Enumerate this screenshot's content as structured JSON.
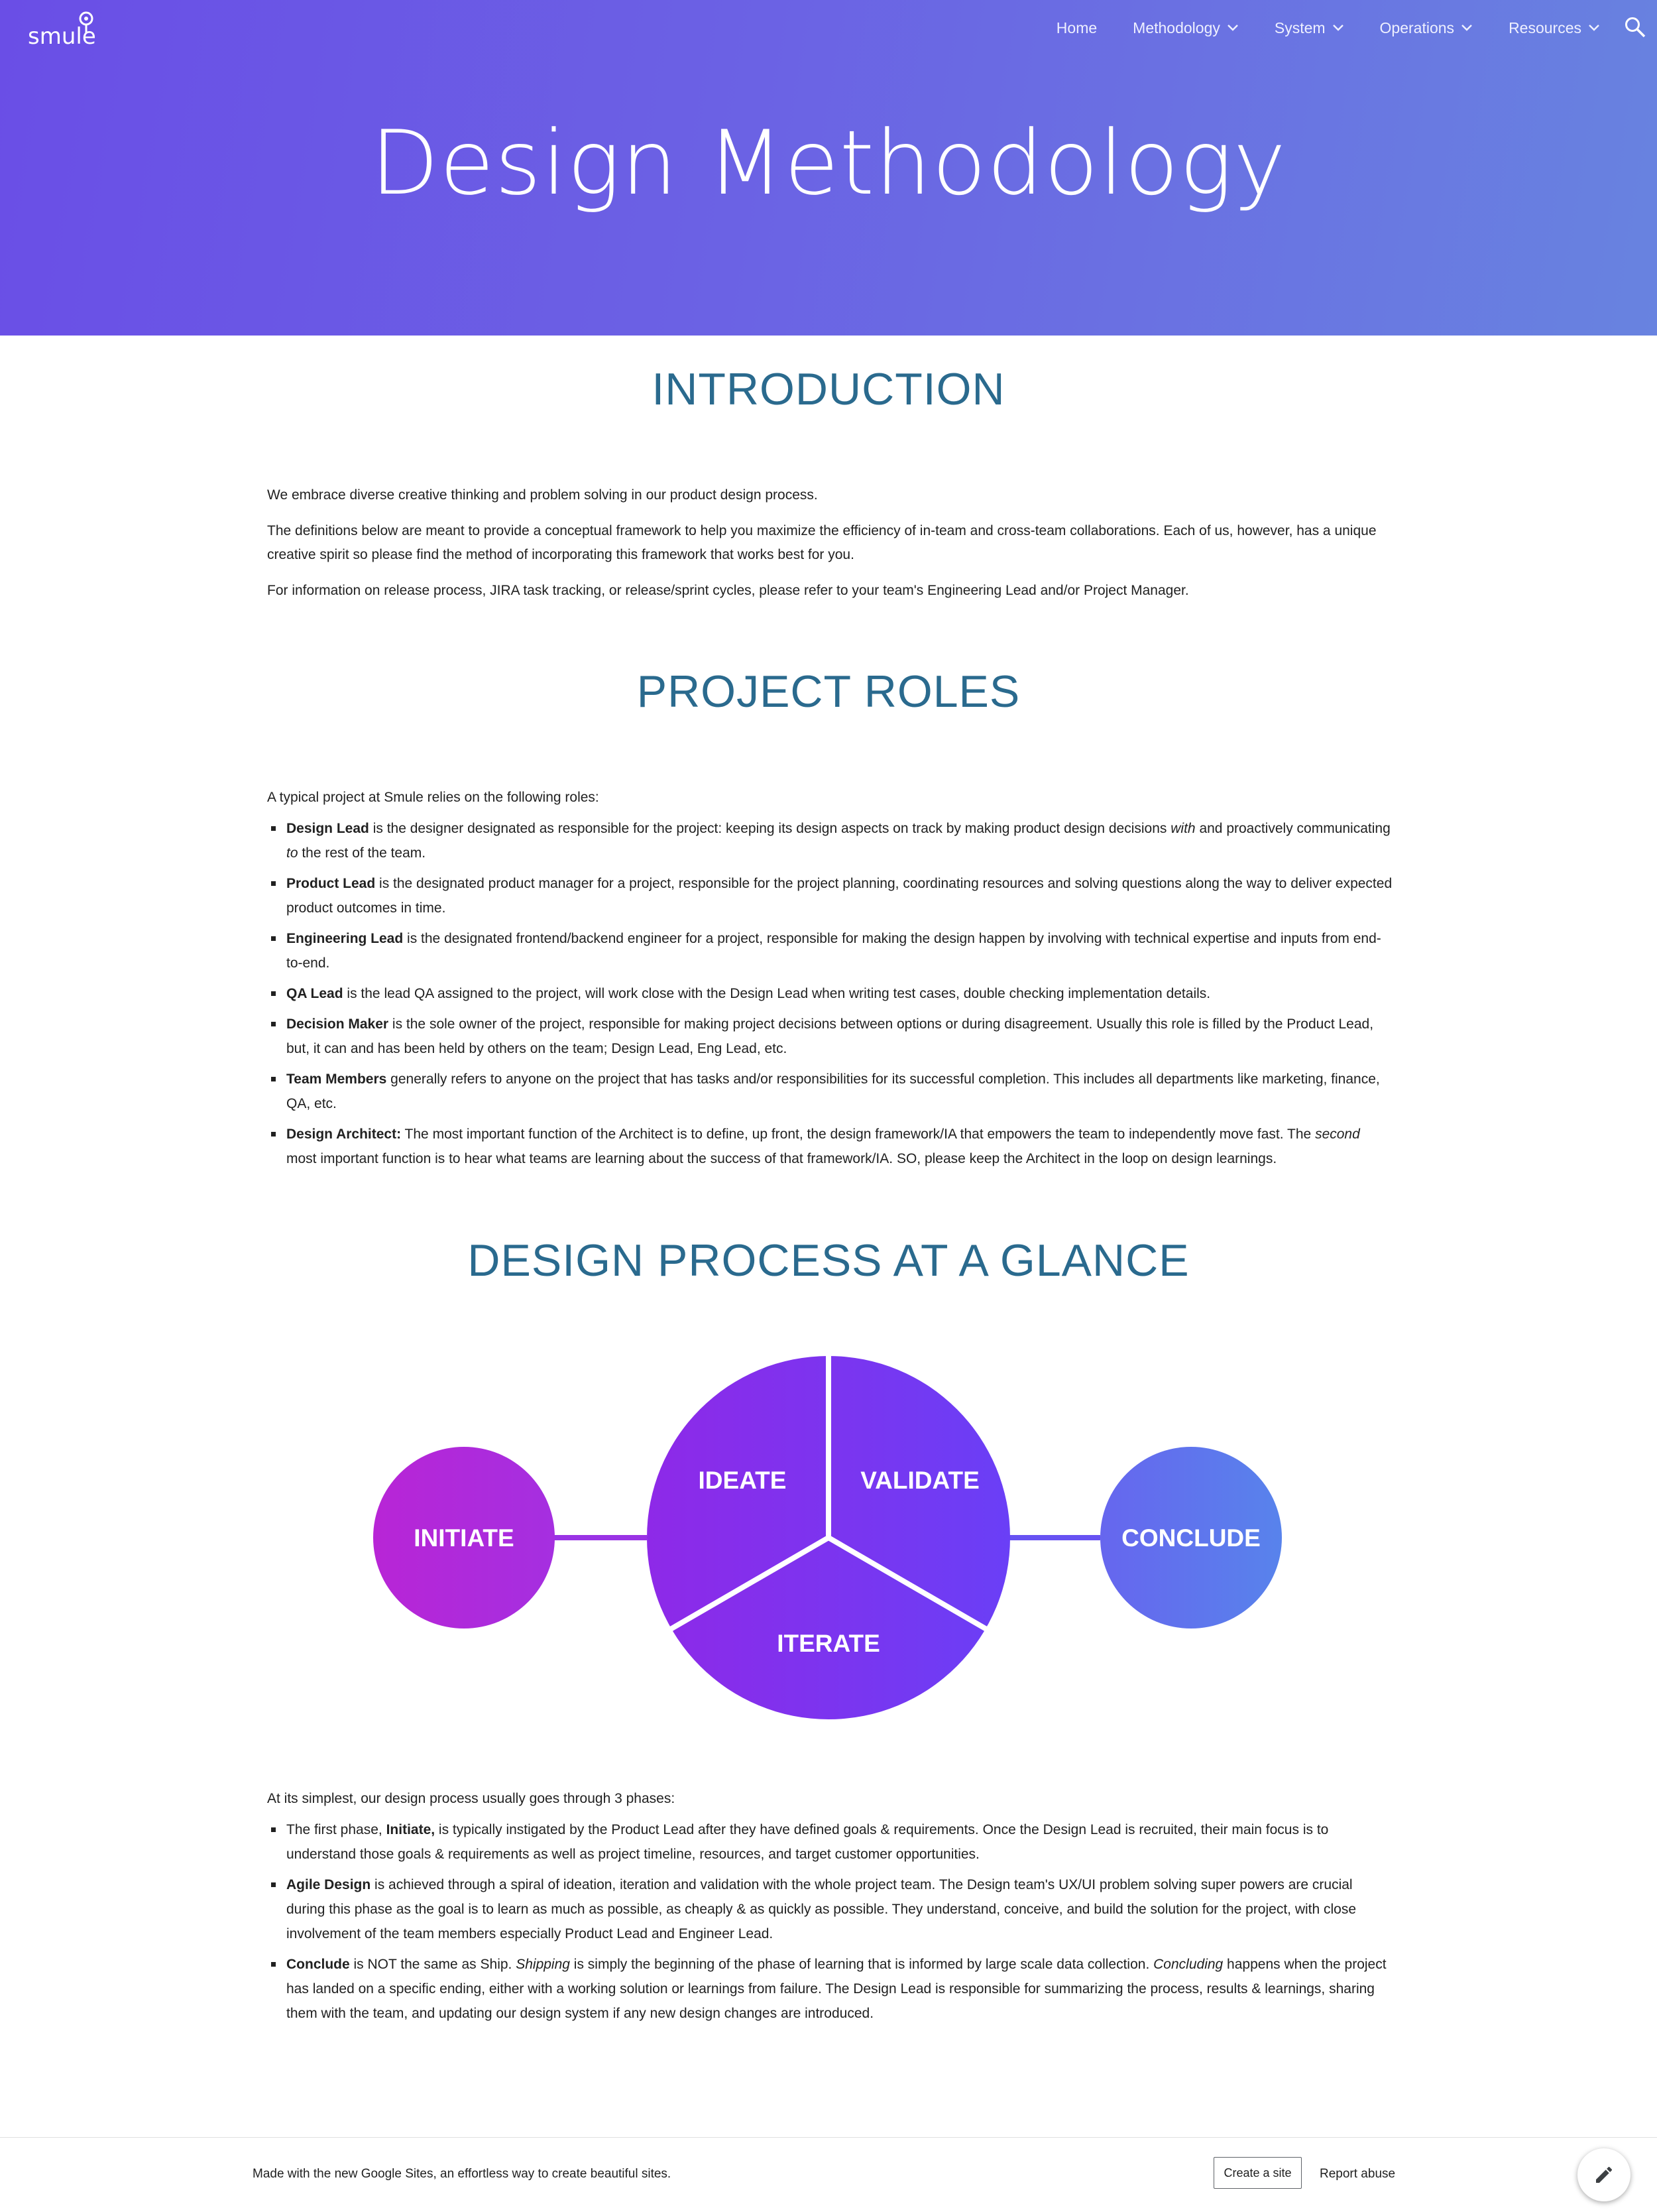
{
  "header": {
    "logo_text": "smule",
    "nav": [
      {
        "label": "Home",
        "has_dropdown": false
      },
      {
        "label": "Methodology",
        "has_dropdown": true
      },
      {
        "label": "System",
        "has_dropdown": true
      },
      {
        "label": "Operations",
        "has_dropdown": true
      },
      {
        "label": "Resources",
        "has_dropdown": true
      }
    ],
    "search_icon": "search-icon",
    "title": "Design Methodology",
    "gradient_colors": [
      "#6a4ee6",
      "#6883e0"
    ]
  },
  "intro": {
    "heading": "INTRODUCTION",
    "paragraphs": [
      "We embrace diverse creative thinking and problem solving in our product design process.",
      "The definitions below are meant to provide a conceptual framework to help you maximize the efficiency of in-team and cross-team collaborations. Each of us, however, has a unique creative spirit so please find the method of incorporating this framework that works best for you.",
      "For information on release process, JIRA task tracking, or release/sprint cycles, please refer to your team's Engineering  Lead and/or Project Manager."
    ]
  },
  "roles": {
    "heading": "PROJECT ROLES",
    "lead": "A typical project at Smule relies on the following roles:",
    "items": [
      {
        "term": "Design Lead",
        "pre": " is the designer designated as responsible for the project: keeping its design aspects on track by making product design decisions ",
        "em1": "with",
        "mid": " and proactively communicating ",
        "em2": "to",
        "post": " the rest of the team."
      },
      {
        "term": "Product Lead",
        "text": " is the designated product manager for a project, responsible for the project planning, coordinating resources and solving questions along the way to deliver expected product outcomes in time."
      },
      {
        "term": "Engineering Lead",
        "text": " is the designated frontend/backend engineer for a project, responsible for making the design happen by involving with technical expertise and inputs from end-to-end."
      },
      {
        "term": "QA Lead",
        "text": " is the lead QA assigned to the project, will work close with the Design Lead when writing test cases, double checking implementation details."
      },
      {
        "term": "Decision Maker",
        "text": " is the sole owner of the project, responsible for making project decisions between options or during disagreement. Usually this role is filled by the Product Lead, but, it can and has been held by others on the team; Design Lead, Eng Lead, etc."
      },
      {
        "term": "Team Members",
        "text": " generally refers to anyone on the project that has tasks and/or responsibilities for its successful completion. This includes all departments like marketing, finance, QA, etc."
      },
      {
        "term": "Design Architect:",
        "pre": " The most important function of the Architect is to define, up front, the design framework/IA that empowers the team to independently move fast. The ",
        "em1": "second",
        "post": " most important function is to hear what teams are learning about the success of that framework/IA. SO, please keep the Architect in the loop on design learnings."
      }
    ]
  },
  "process": {
    "heading": "DESIGN PROCESS AT A GLANCE",
    "diagram": {
      "initiate": "INITIATE",
      "ideate": "IDEATE",
      "validate": "VALIDATE",
      "iterate": "ITERATE",
      "conclude": "CONCLUDE",
      "colors": {
        "initiate": "#b428d8",
        "core_left": "#8a2ce8",
        "core_right": "#6b3ff5",
        "conclude_left": "#6266ee",
        "conclude_right": "#5a82ec"
      }
    },
    "lead": "At its simplest, our design process usually goes through 3 phases:",
    "items": [
      {
        "pre": "The first phase, ",
        "term": "Initiate,",
        "post": " is typically instigated by the Product Lead after they have defined goals & requirements. Once the Design Lead is recruited, their main focus is to understand those goals & requirements as well as project timeline, resources, and target customer opportunities."
      },
      {
        "term": "Agile Design",
        "post": " is achieved through a spiral of ideation, iteration and validation with the whole project team. The Design team's UX/UI problem solving super powers are crucial during this phase as the goal is to learn as much as possible, as cheaply & as quickly as possible. They understand, conceive, and build the solution for the project, with close involvement of the team members especially Product Lead and Engineer Lead."
      },
      {
        "term": "Conclude",
        "a": " is NOT the same as Ship. ",
        "em1": "Shipping",
        "b": " is simply the beginning of the phase of learning that is informed by large scale data collection. ",
        "em2": "Concluding",
        "c": " happens when the project has landed on a specific ending, either with a working solution or learnings from failure. The Design Lead is responsible for summarizing the process, results & learnings, sharing them with the team, and updating our design system if any new design changes are introduced."
      }
    ]
  },
  "footer": {
    "text": "Made with the new Google Sites, an effortless way to create beautiful sites.",
    "create_label": "Create a site",
    "report_label": "Report abuse",
    "edit_icon": "pencil-icon"
  }
}
